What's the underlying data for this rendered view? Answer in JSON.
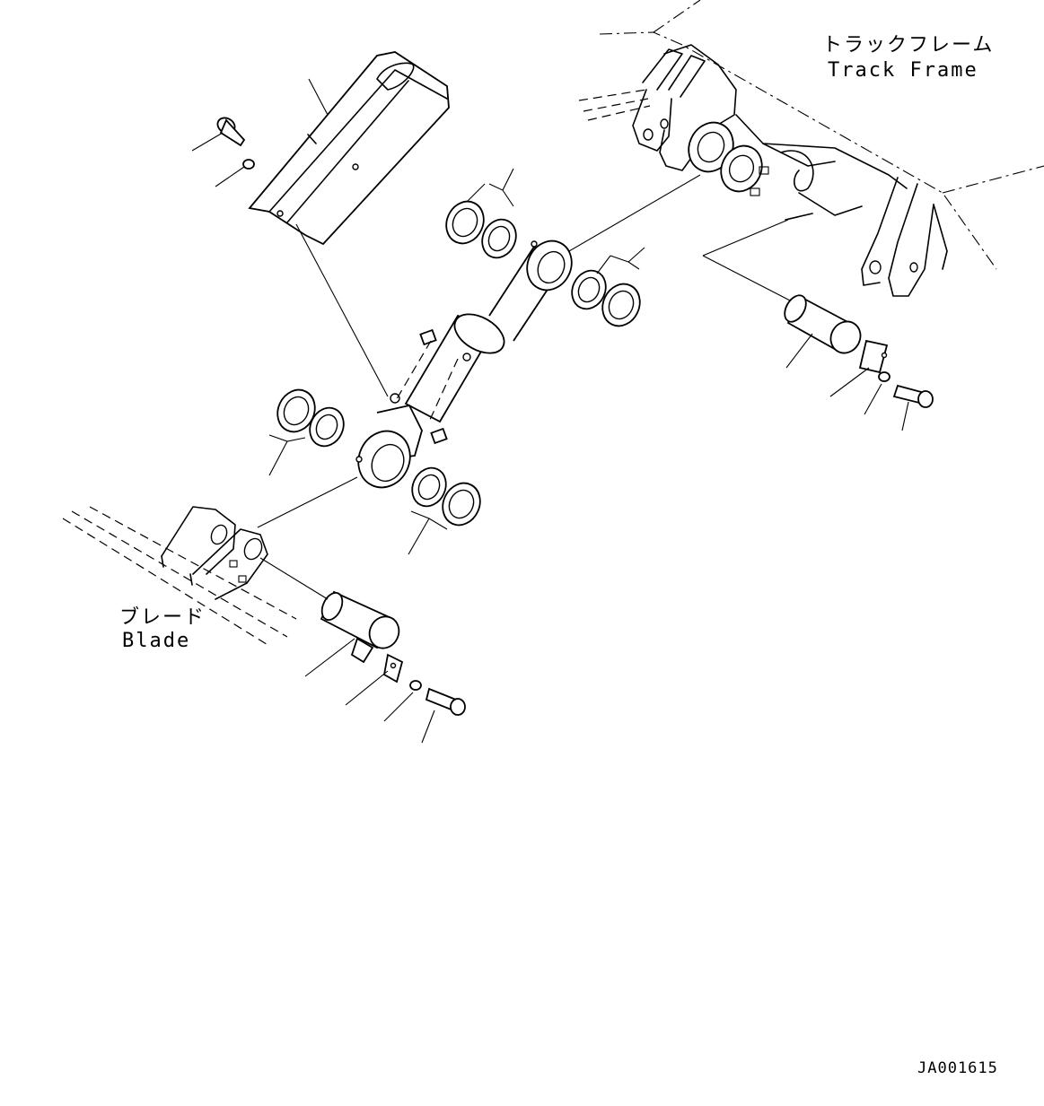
{
  "labels": {
    "track_frame_jp": "トラックフレーム",
    "track_frame_en": "Track Frame",
    "blade_jp": "ブレード",
    "blade_en": "Blade",
    "drawing_id": "JA001615"
  }
}
